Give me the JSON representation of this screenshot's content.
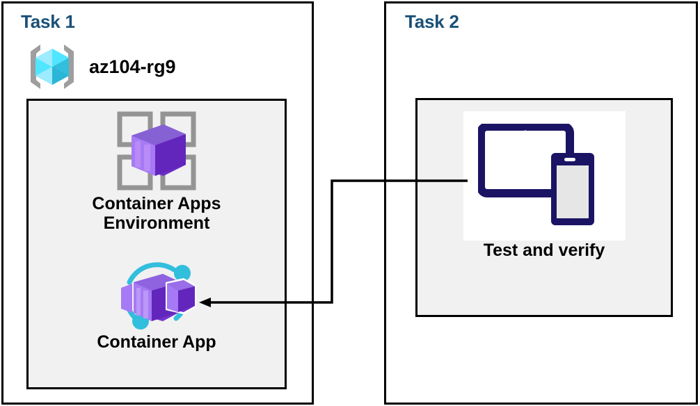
{
  "diagram": {
    "title_color": "#1a5077",
    "panel_border_color": "#000000",
    "inner_box_fill": "#f1f1f1",
    "connector_color": "#000000"
  },
  "task1": {
    "title": "Task 1",
    "resource_group": {
      "label": "az104-rg9",
      "icon": "resource-group-icon",
      "icon_color": "#50e6ff",
      "bracket_color": "#9e9e9e"
    },
    "nodes": [
      {
        "label": "Container Apps\nEnvironment",
        "icon": "container-apps-environment-icon",
        "icon_color": "#7719aa",
        "accent_color": "#a67af4",
        "frame_color": "#949494"
      },
      {
        "label": "Container App",
        "icon": "container-app-icon",
        "icon_color": "#7719aa",
        "accent_color": "#a67af4",
        "orbit_color": "#32bedd"
      }
    ]
  },
  "task2": {
    "title": "Task 2",
    "nodes": [
      {
        "label": "Test and verify",
        "icon": "test-devices-icon",
        "icon_color": "#1b1464",
        "screen_color": "#e6e6e6"
      }
    ]
  },
  "connector": {
    "name": "task2-to-container-app-arrow",
    "from": "Test and verify",
    "to": "Container App",
    "arrow_head": "left"
  }
}
